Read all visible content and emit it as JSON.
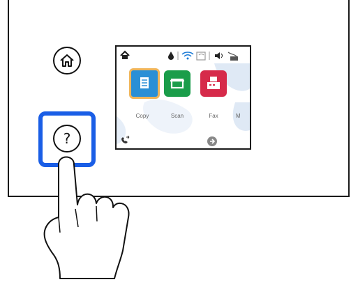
{
  "help_button": {
    "label": "?"
  },
  "screen": {
    "tiles": [
      {
        "label": "Copy"
      },
      {
        "label": "Scan"
      },
      {
        "label": "Fax"
      },
      {
        "label": "M"
      }
    ]
  },
  "colors": {
    "highlight": "#1a5ee6",
    "copy_tile": "#2a8fd6",
    "copy_tile_border": "#f0b55a",
    "scan_tile": "#1a9d4a",
    "fax_tile": "#d62a4a"
  }
}
